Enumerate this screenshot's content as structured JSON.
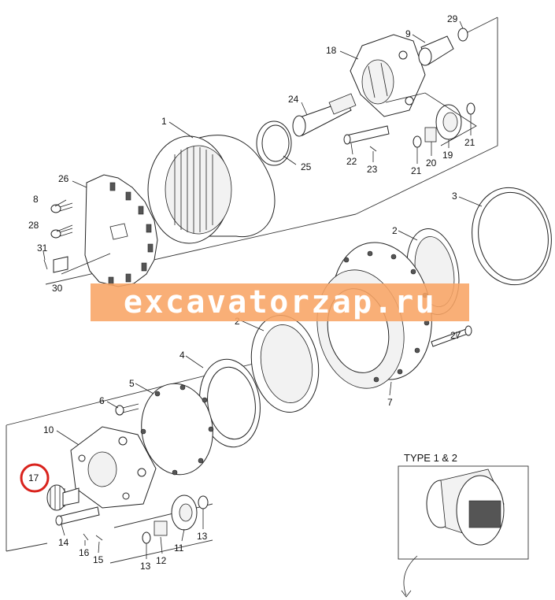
{
  "watermark": {
    "text": "excavatorzap.ru"
  },
  "inset": {
    "title": "TYPE 1 & 2"
  },
  "callouts": {
    "c1": "1",
    "c2a": "2",
    "c2b": "2",
    "c3": "3",
    "c4": "4",
    "c5": "5",
    "c6": "6",
    "c7": "7",
    "c8": "8",
    "c9": "9",
    "c10": "10",
    "c11": "11",
    "c12": "12",
    "c13a": "13",
    "c13b": "13",
    "c14": "14",
    "c15": "15",
    "c16": "16",
    "c17": "17",
    "c18": "18",
    "c19": "19",
    "c20": "20",
    "c21a": "21",
    "c21b": "21",
    "c22": "22",
    "c23": "23",
    "c24": "24",
    "c25": "25",
    "c26": "26",
    "c27": "27",
    "c28": "28",
    "c29": "29",
    "c30": "30",
    "c31": "31"
  },
  "highlight": {
    "part": "17",
    "color": "#d9231d"
  },
  "colors": {
    "watermark": "#f8a464",
    "line": "#222222"
  }
}
